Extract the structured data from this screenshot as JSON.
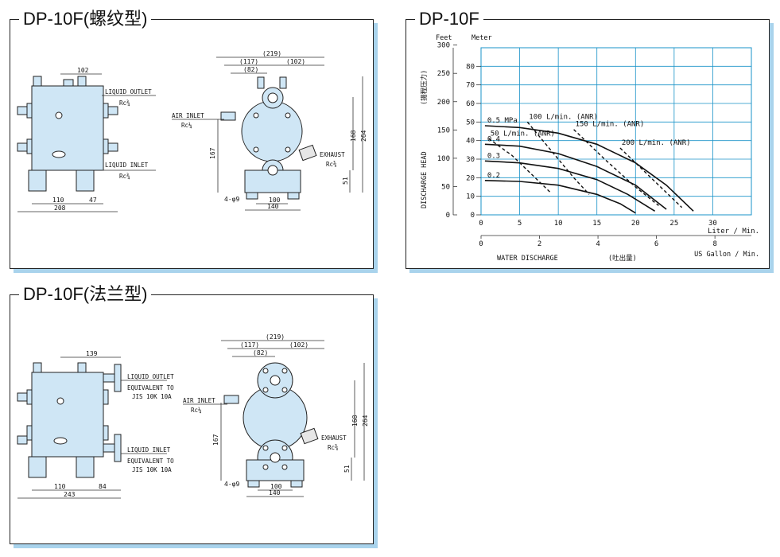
{
  "panels": {
    "threaded": {
      "title": "DP-10F(螺纹型)",
      "front": {
        "dim_top": "102",
        "dim_bottom_a": "110",
        "dim_bottom_b": "47",
        "dim_total": "208"
      },
      "labels": {
        "liquid_outlet": "LIQUID OUTLET",
        "liquid_outlet_size": "Rc¾",
        "liquid_inlet": "LIQUID INLET",
        "liquid_inlet_size": "Rc¾",
        "air_inlet": "AIR INLET",
        "air_inlet_size": "Rc¼",
        "exhaust": "EXHAUST",
        "exhaust_size": "Rc⅜"
      },
      "side": {
        "d219": "(219)",
        "d117": "(117)",
        "d102": "(102)",
        "d82": "(82)",
        "d168": "168",
        "d264": "264",
        "d167": "167",
        "d51": "51",
        "holes": "4-φ9",
        "d100": "100",
        "d140": "140"
      }
    },
    "flange": {
      "title": "DP-10F(法兰型)",
      "front": {
        "dim_top": "139",
        "dim_bottom_a": "110",
        "dim_bottom_b": "84",
        "dim_total": "243"
      },
      "labels": {
        "liquid_outlet": "LIQUID OUTLET",
        "liquid_outlet_std1": "EQUIVALENT TO",
        "liquid_outlet_std2": "JIS 10K 10A",
        "liquid_inlet": "LIQUID INLET",
        "liquid_inlet_std1": "EQUIVALENT TO",
        "liquid_inlet_std2": "JIS 10K 10A",
        "air_inlet": "AIR INLET",
        "air_inlet_size": "Rc¼",
        "exhaust": "EXHAUST",
        "exhaust_size": "Rc⅜"
      },
      "side": {
        "d219": "(219)",
        "d117": "(117)",
        "d102": "(102)",
        "d82": "(82)",
        "d168": "168",
        "d264": "264",
        "d167": "167",
        "d51": "51",
        "holes": "4-φ9",
        "d100": "100",
        "d140": "140"
      }
    },
    "chart": {
      "title": "DP-10F"
    }
  },
  "chart_data": {
    "type": "line",
    "title": "DP-10F",
    "xlabel": "WATER DISCHARGE",
    "xlabel_cn": "(吐出量)",
    "x_unit": "Liter / Min.",
    "x2_unit": "US Gallon / Min.",
    "ylabel": "DISCHARGE HEAD",
    "ylabel_cn": "(揚程压力)",
    "y_unit_left": "Feet",
    "y_unit_right": "Meter",
    "xlim": [
      0,
      35
    ],
    "ylim_meter": [
      0,
      90
    ],
    "x_ticks": [
      "0",
      "5",
      "10",
      "15",
      "20",
      "25",
      "30"
    ],
    "x2_ticks": [
      "0",
      "2",
      "4",
      "6",
      "8"
    ],
    "feet_ticks": [
      "0",
      "50",
      "100",
      "150",
      "200",
      "250",
      "300"
    ],
    "meter_ticks": [
      "0",
      "10",
      "20",
      "30",
      "40",
      "50",
      "60",
      "70",
      "80"
    ],
    "grid": true,
    "pressure_series": [
      {
        "name": "0.5 MPa",
        "points": [
          [
            0.5,
            48
          ],
          [
            5,
            47
          ],
          [
            10,
            44
          ],
          [
            15,
            38
          ],
          [
            20,
            28
          ],
          [
            24,
            16
          ],
          [
            27.5,
            2
          ]
        ]
      },
      {
        "name": "0.4",
        "points": [
          [
            0.5,
            38
          ],
          [
            5,
            37
          ],
          [
            10,
            33
          ],
          [
            15,
            26
          ],
          [
            20,
            16
          ],
          [
            24,
            3
          ]
        ]
      },
      {
        "name": "0.3",
        "points": [
          [
            0.5,
            29
          ],
          [
            5,
            28
          ],
          [
            10,
            25
          ],
          [
            15,
            19
          ],
          [
            19,
            11
          ],
          [
            22.5,
            2
          ]
        ]
      },
      {
        "name": "0.2",
        "points": [
          [
            0.5,
            18.5
          ],
          [
            5,
            18
          ],
          [
            10,
            16
          ],
          [
            15,
            11
          ],
          [
            18,
            6
          ],
          [
            20,
            1
          ]
        ]
      }
    ],
    "air_consumption_series": [
      {
        "name": "50 L/min. (ANR)",
        "points": [
          [
            1,
            41
          ],
          [
            4,
            32
          ],
          [
            7,
            20
          ],
          [
            9,
            12
          ]
        ]
      },
      {
        "name": "100 L/min. (ANR)",
        "points": [
          [
            6,
            50
          ],
          [
            9,
            35
          ],
          [
            12,
            20
          ],
          [
            14,
            11
          ]
        ]
      },
      {
        "name": "150 L/min. (ANR)",
        "points": [
          [
            12,
            46
          ],
          [
            16,
            30
          ],
          [
            20,
            15
          ],
          [
            23,
            5
          ]
        ]
      },
      {
        "name": "200 L/min. (ANR)",
        "points": [
          [
            18,
            36
          ],
          [
            21,
            24
          ],
          [
            24,
            12
          ],
          [
            26,
            4
          ]
        ]
      }
    ]
  }
}
